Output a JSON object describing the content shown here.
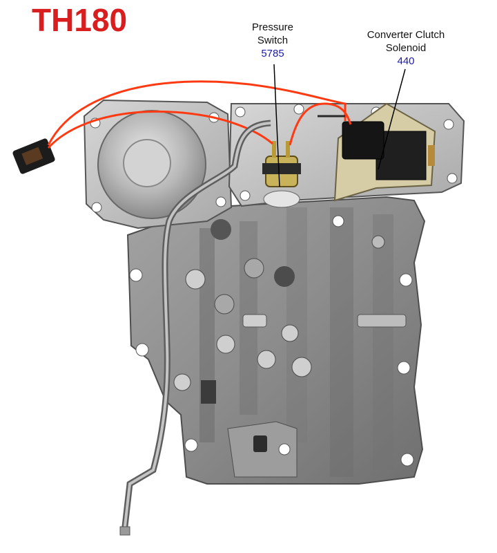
{
  "title": "TH180",
  "callouts": {
    "pressure_switch": {
      "name_line1": "Pressure",
      "name_line2": "Switch",
      "part_number": "5785"
    },
    "converter_clutch_solenoid": {
      "name_line1": "Converter Clutch",
      "name_line2": "Solenoid",
      "part_number": "440"
    }
  },
  "colors": {
    "title": "#d81e1e",
    "part_number": "#1a1aa8",
    "wire": "#ff3a12",
    "casting": "#8e8e8e"
  }
}
